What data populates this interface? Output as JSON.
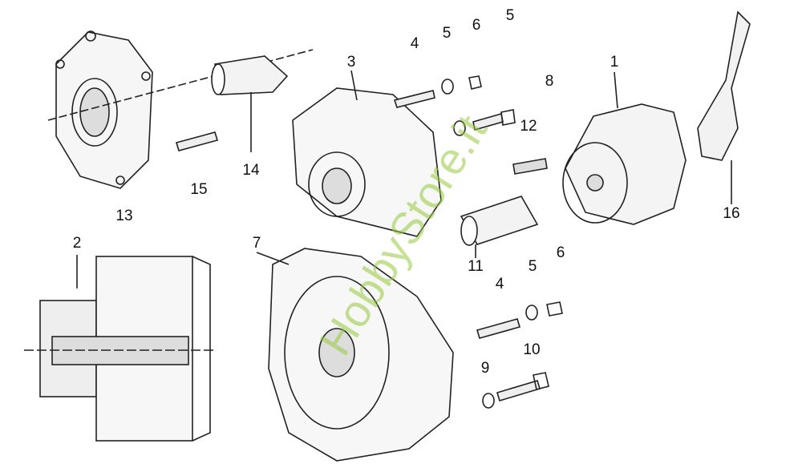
{
  "diagram": {
    "callouts": [
      {
        "id": "13",
        "label": "13"
      },
      {
        "id": "15",
        "label": "15"
      },
      {
        "id": "14",
        "label": "14"
      },
      {
        "id": "3",
        "label": "3"
      },
      {
        "id": "4a",
        "label": "4"
      },
      {
        "id": "5a",
        "label": "5"
      },
      {
        "id": "6a",
        "label": "6"
      },
      {
        "id": "5b",
        "label": "5"
      },
      {
        "id": "8",
        "label": "8"
      },
      {
        "id": "12",
        "label": "12"
      },
      {
        "id": "1",
        "label": "1"
      },
      {
        "id": "16",
        "label": "16"
      },
      {
        "id": "11",
        "label": "11"
      },
      {
        "id": "2",
        "label": "2"
      },
      {
        "id": "7",
        "label": "7"
      },
      {
        "id": "4b",
        "label": "4"
      },
      {
        "id": "5c",
        "label": "5"
      },
      {
        "id": "6b",
        "label": "6"
      },
      {
        "id": "10",
        "label": "10"
      },
      {
        "id": "9",
        "label": "9"
      }
    ],
    "watermark": "HobbyStore.it"
  }
}
